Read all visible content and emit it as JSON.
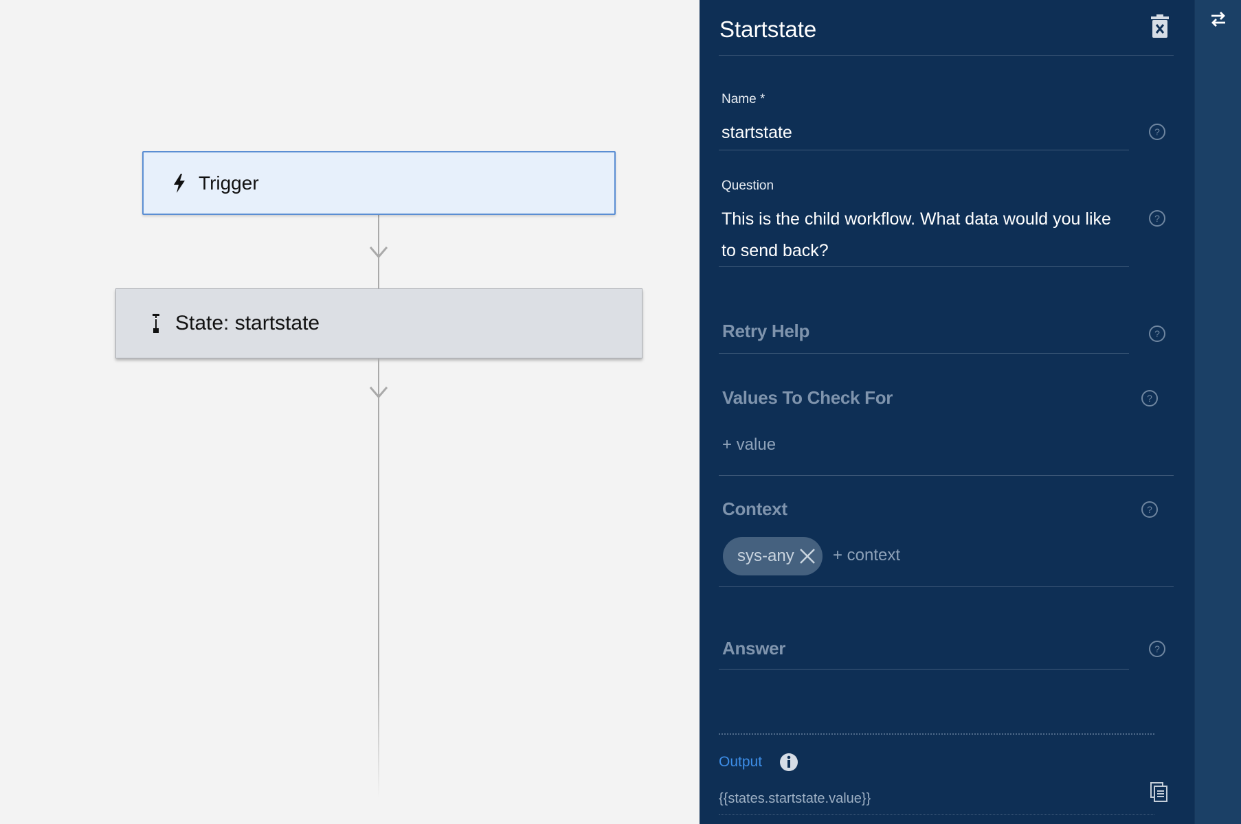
{
  "canvas": {
    "trigger_node": {
      "label": "Trigger",
      "icon": "lightning-bolt-icon"
    },
    "state_node": {
      "label": "State: startstate",
      "icon": "text-cursor-icon"
    }
  },
  "panel": {
    "title": "Startstate",
    "name_field": {
      "label": "Name *",
      "value": "startstate"
    },
    "question_field": {
      "label": "Question",
      "value": "This is the child workflow. What data would you like to send back?"
    },
    "retry_help": {
      "label": "Retry Help"
    },
    "values_to_check": {
      "label": "Values To Check For",
      "add_label": "+ value"
    },
    "context": {
      "label": "Context",
      "chips": [
        "sys-any"
      ],
      "add_label": "+ context"
    },
    "answer": {
      "label": "Answer"
    },
    "output": {
      "label": "Output",
      "value": "{{states.startstate.value}}"
    }
  },
  "colors": {
    "panel_bg": "#0e2f55",
    "strip_bg": "#1b4066",
    "canvas_bg": "#f3f3f3",
    "trigger_bg": "#e7f0fb",
    "trigger_border": "#5b8ed3",
    "state_bg": "#dcdfe4",
    "output_accent": "#3d8ee8"
  }
}
